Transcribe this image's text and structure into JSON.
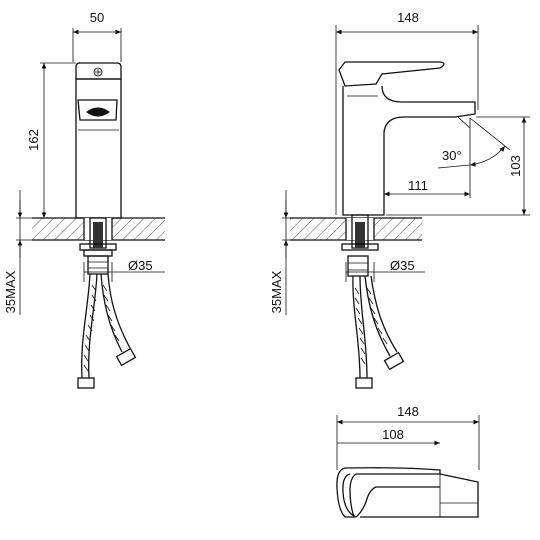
{
  "front_view": {
    "width_label": "50",
    "height_label": "162",
    "hole_label": "Ø35",
    "deck_label": "35MAX"
  },
  "side_view": {
    "width_label": "148",
    "spout_label": "111",
    "angle_label": "30°",
    "outlet_height_label": "103",
    "hole_label": "Ø35",
    "deck_label": "35MAX"
  },
  "top_view": {
    "overall_label": "148",
    "spout_label": "108"
  }
}
